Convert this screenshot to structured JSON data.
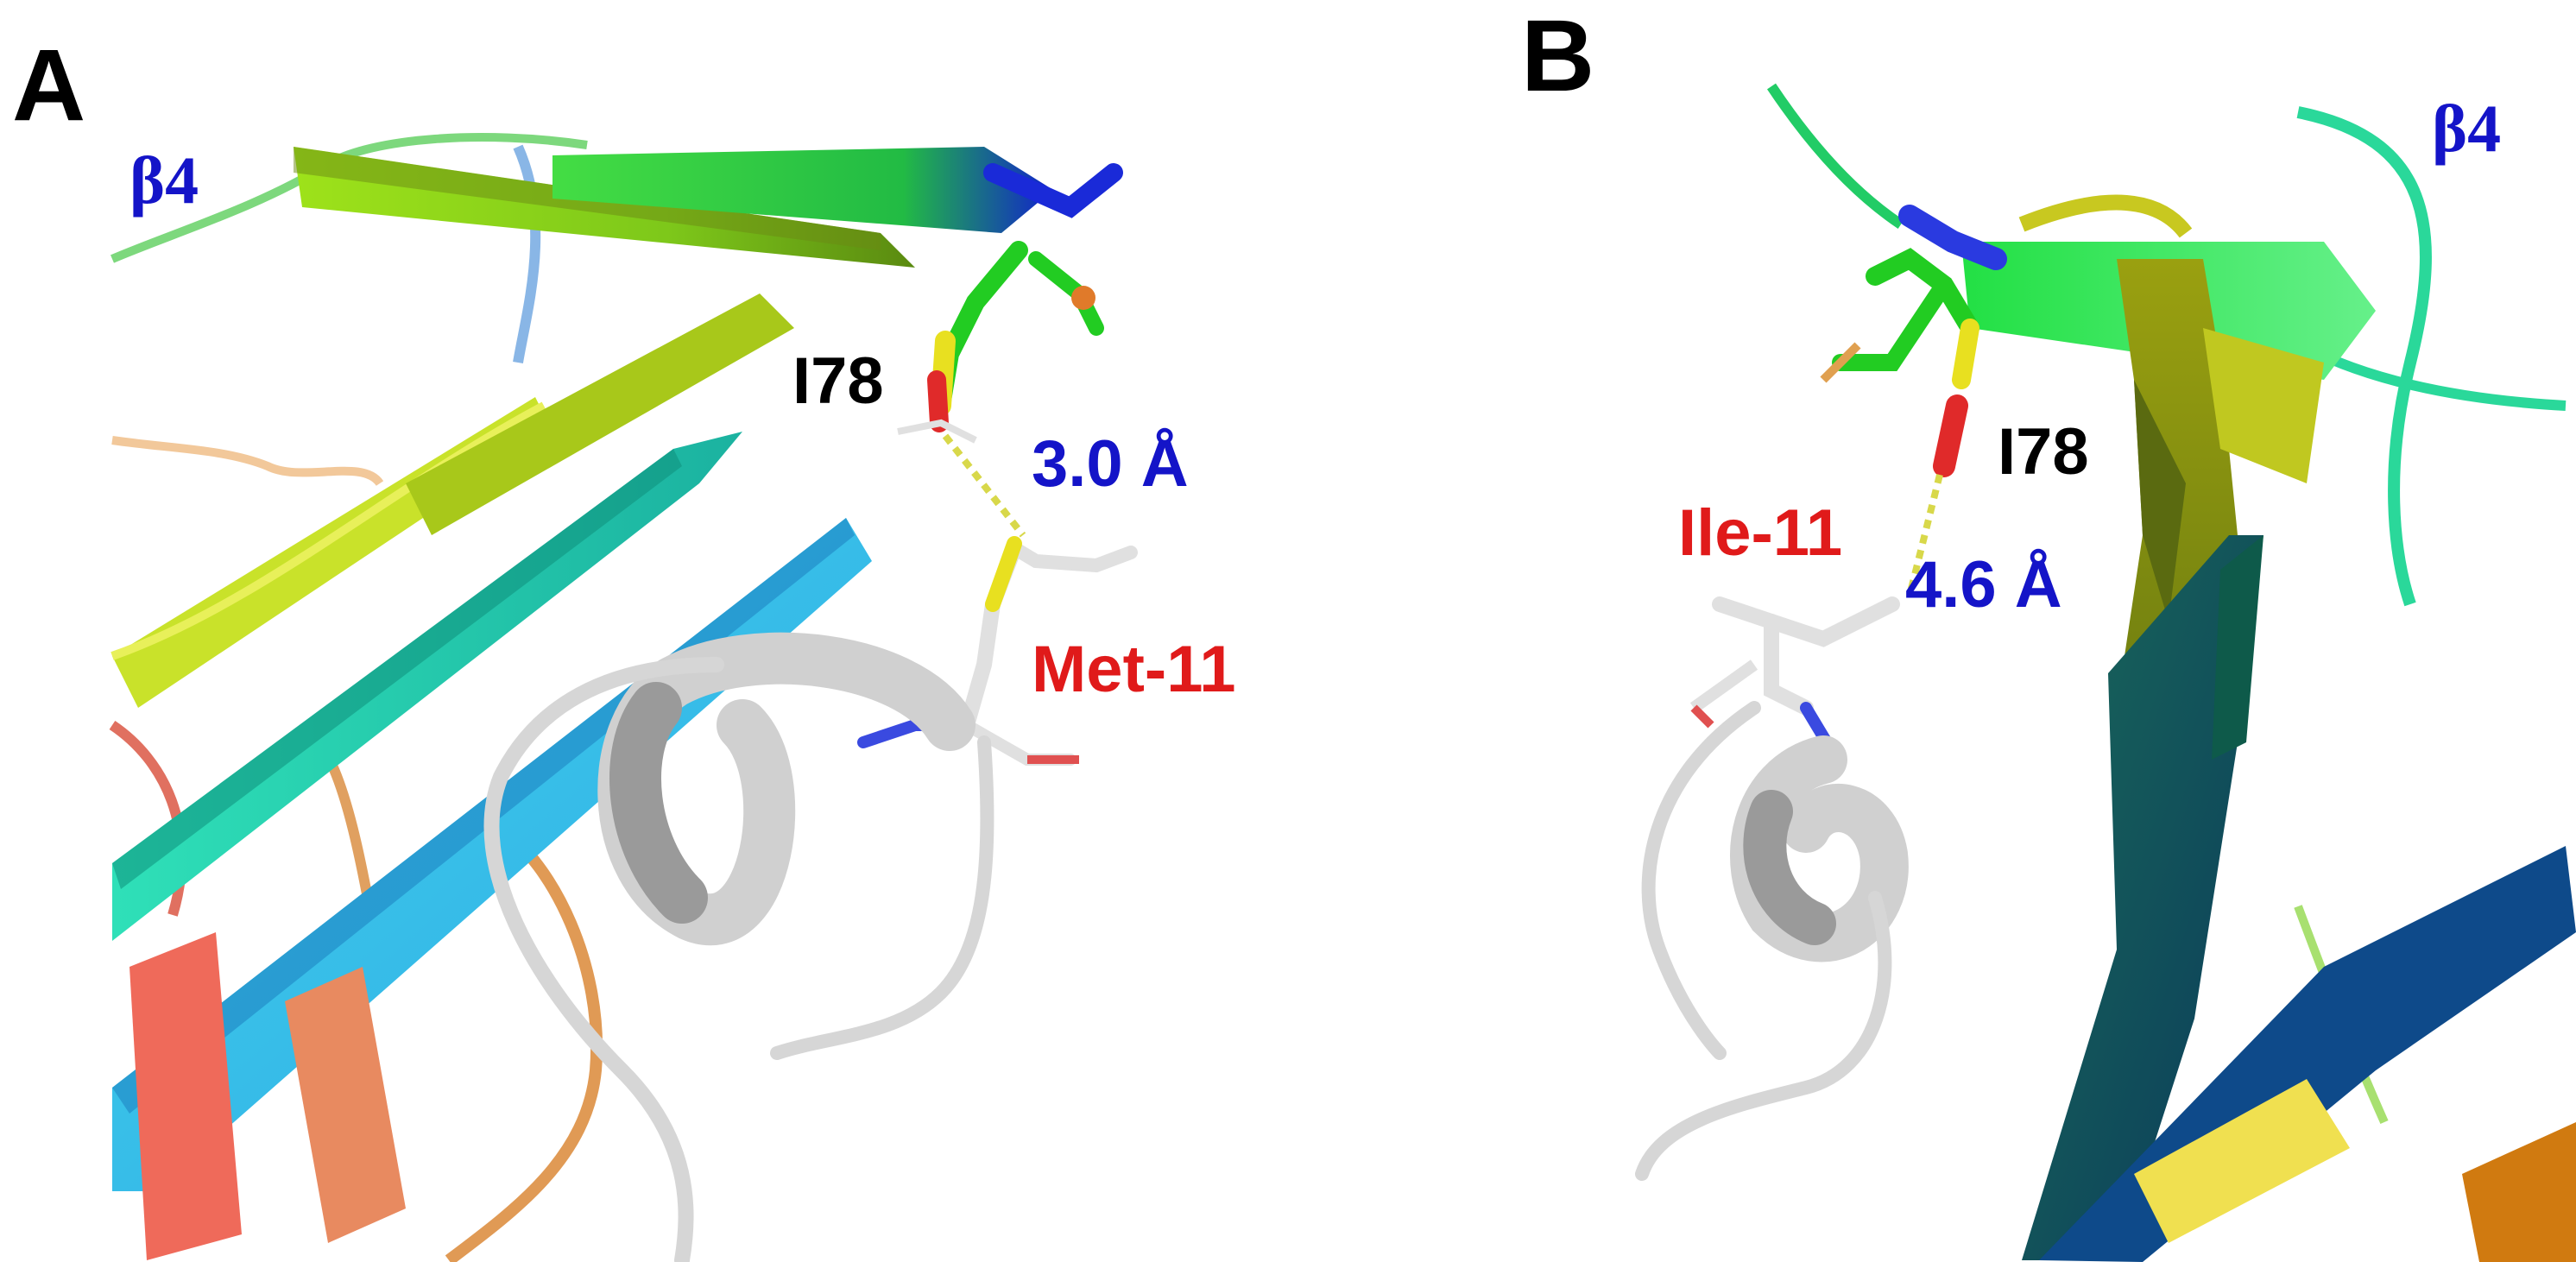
{
  "colors": {
    "blue_label": "#1414c8",
    "red_label": "#e01a1a",
    "black_label": "#000000",
    "hbond": "#d8d84a",
    "helix": "#d9d9d9"
  },
  "panel_a": {
    "letter": "A",
    "strand_label": "β4",
    "residue_label": "I78",
    "distance_label": "3.0 Å",
    "partner_label": "Met-11"
  },
  "panel_b": {
    "letter": "B",
    "strand_label": "β4",
    "residue_label": "I78",
    "distance_label": "4.6 Å",
    "partner_label": "Ile-11"
  }
}
